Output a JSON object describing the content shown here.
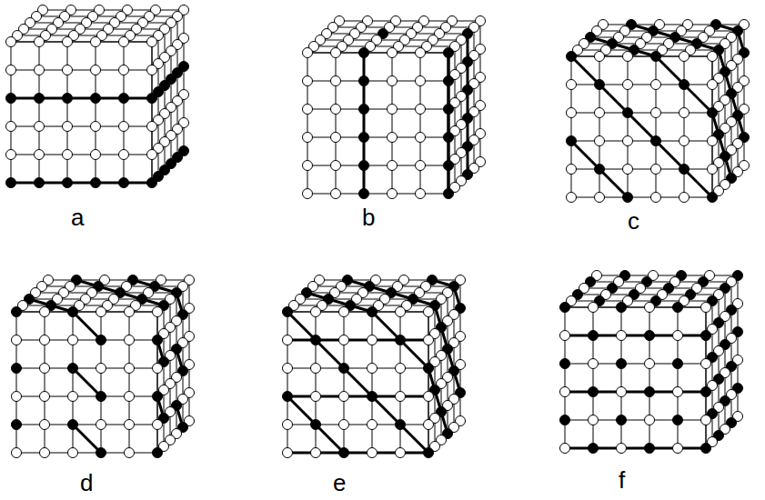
{
  "diagram": {
    "labels": [
      "a",
      "b",
      "c",
      "d",
      "e",
      "f"
    ]
  }
}
